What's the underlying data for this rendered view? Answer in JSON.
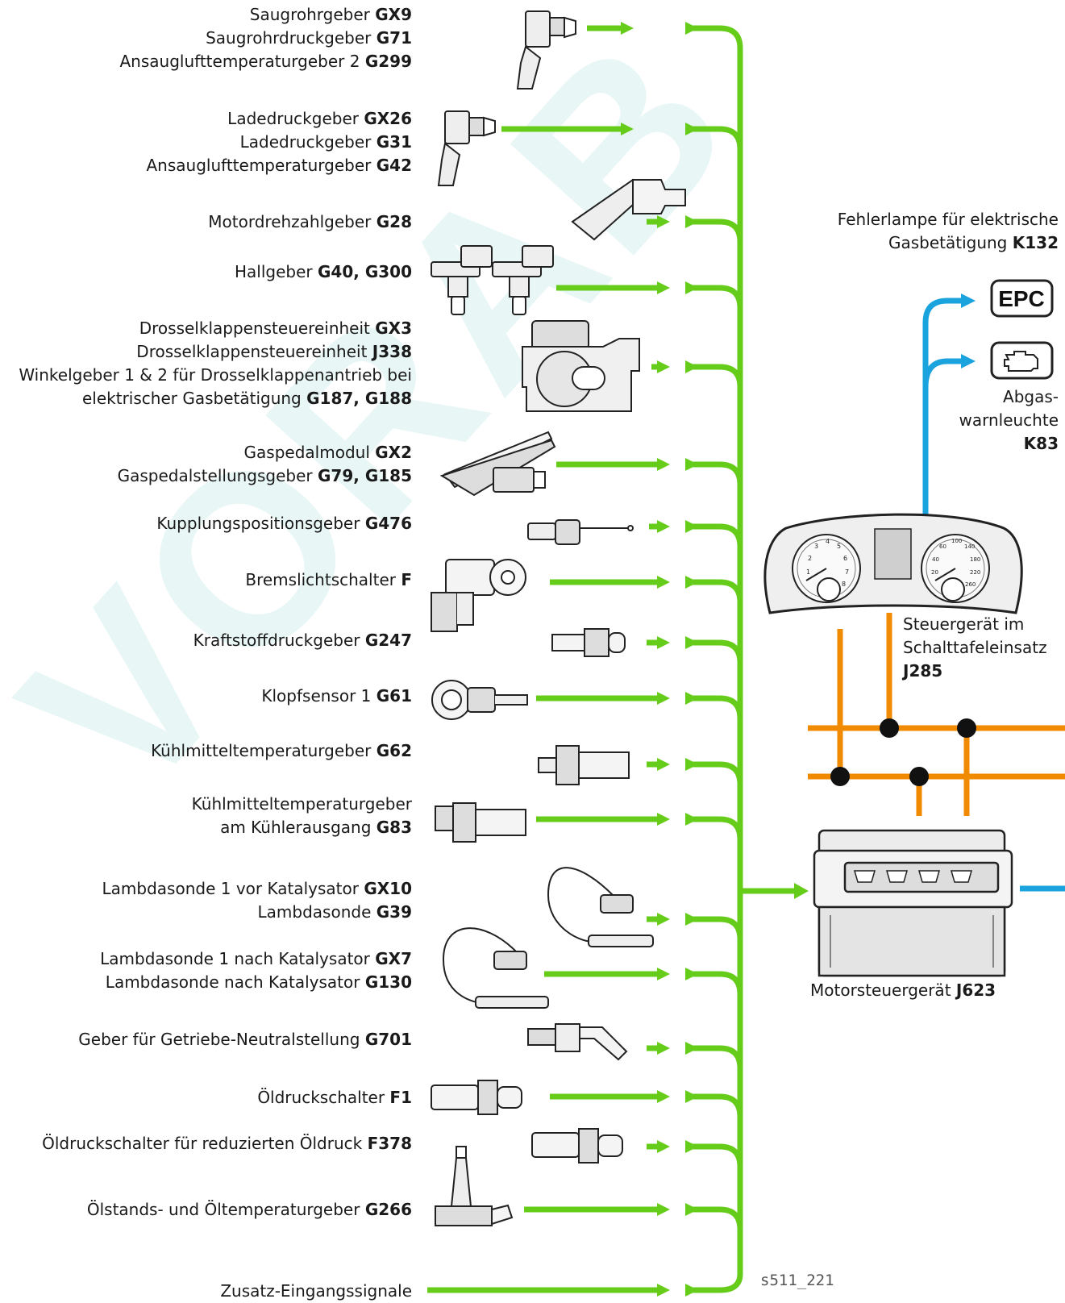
{
  "watermark": "VORAB",
  "colors": {
    "input_arrow": "#66cc1a",
    "output_arrow": "#1aa3dd",
    "bus": "#f08a00",
    "node": "#111111"
  },
  "sensors": [
    {
      "lines": [
        {
          "text": "Saugrohrgeber ",
          "code": "GX9"
        },
        {
          "text": "Saugrohrdruckgeber ",
          "code": "G71"
        },
        {
          "text": "Ansauglufttemperaturgeber 2 ",
          "code": "G299"
        }
      ]
    },
    {
      "lines": [
        {
          "text": "Ladedruckgeber ",
          "code": "GX26"
        },
        {
          "text": "Ladedruckgeber ",
          "code": "G31"
        },
        {
          "text": "Ansauglufttemperaturgeber ",
          "code": "G42"
        }
      ]
    },
    {
      "lines": [
        {
          "text": "Motordrehzahlgeber ",
          "code": "G28"
        }
      ]
    },
    {
      "lines": [
        {
          "text": "Hallgeber ",
          "code": "G40, G300"
        }
      ]
    },
    {
      "lines": [
        {
          "text": "Drosselklappensteuereinheit ",
          "code": "GX3"
        },
        {
          "text": "Drosselklappensteuereinheit ",
          "code": "J338"
        },
        {
          "text": "Winkelgeber 1 & 2 für Drosselklappenantrieb bei",
          "code": ""
        },
        {
          "text": "elektrischer Gasbetätigung  ",
          "code": "G187, G188"
        }
      ]
    },
    {
      "lines": [
        {
          "text": "Gaspedalmodul ",
          "code": "GX2"
        },
        {
          "text": "Gaspedalstellungsgeber ",
          "code": "G79, G185"
        }
      ]
    },
    {
      "lines": [
        {
          "text": "Kupplungspositionsgeber ",
          "code": "G476"
        }
      ]
    },
    {
      "lines": [
        {
          "text": "Bremslichtschalter ",
          "code": "F"
        }
      ]
    },
    {
      "lines": [
        {
          "text": "Kraftstoffdruckgeber ",
          "code": "G247"
        }
      ]
    },
    {
      "lines": [
        {
          "text": "Klopfsensor 1 ",
          "code": "G61"
        }
      ]
    },
    {
      "lines": [
        {
          "text": "Kühlmitteltemperaturgeber ",
          "code": "G62"
        }
      ]
    },
    {
      "lines": [
        {
          "text": "Kühlmitteltemperaturgeber",
          "code": ""
        },
        {
          "text": "am Kühlerausgang ",
          "code": "G83"
        }
      ]
    },
    {
      "lines": [
        {
          "text": "Lambdasonde 1 vor Katalysator ",
          "code": "GX10"
        },
        {
          "text": "Lambdasonde ",
          "code": "G39"
        }
      ]
    },
    {
      "lines": [
        {
          "text": "Lambdasonde 1 nach Katalysator ",
          "code": "GX7"
        },
        {
          "text": "Lambdasonde nach Katalysator ",
          "code": "G130"
        }
      ]
    },
    {
      "lines": [
        {
          "text": "Geber für Getriebe-Neutralstellung ",
          "code": "G701"
        }
      ]
    },
    {
      "lines": [
        {
          "text": "Öldruckschalter ",
          "code": "F1"
        }
      ]
    },
    {
      "lines": [
        {
          "text": "Öldruckschalter für reduzierten Öldruck ",
          "code": "F378"
        }
      ]
    },
    {
      "lines": [
        {
          "text": "Ölstands- und Öltemperaturgeber ",
          "code": "G266"
        }
      ]
    },
    {
      "lines": [
        {
          "text": "Zusatz-Eingangssignale",
          "code": ""
        }
      ]
    }
  ],
  "outputs": {
    "k132": {
      "line1": "Fehlerlampe für elektrische",
      "line2": "Gasbetätigung ",
      "code": "K132"
    },
    "epc_text": "EPC",
    "k83": {
      "line1": "Abgas-",
      "line2": "warnleuchte",
      "code": "K83"
    }
  },
  "cluster": {
    "line1": "Steuergerät im",
    "line2": "Schalttafeleinsatz",
    "code": "J285",
    "tach_ticks": [
      "1",
      "2",
      "3",
      "4",
      "5",
      "6",
      "7",
      "8"
    ],
    "speed_ticks": [
      "20",
      "40",
      "60",
      "100",
      "140",
      "180",
      "220",
      "260"
    ]
  },
  "ecu": {
    "label": "Motorsteuergerät ",
    "code": "J623"
  },
  "figure_code": "s511_221"
}
